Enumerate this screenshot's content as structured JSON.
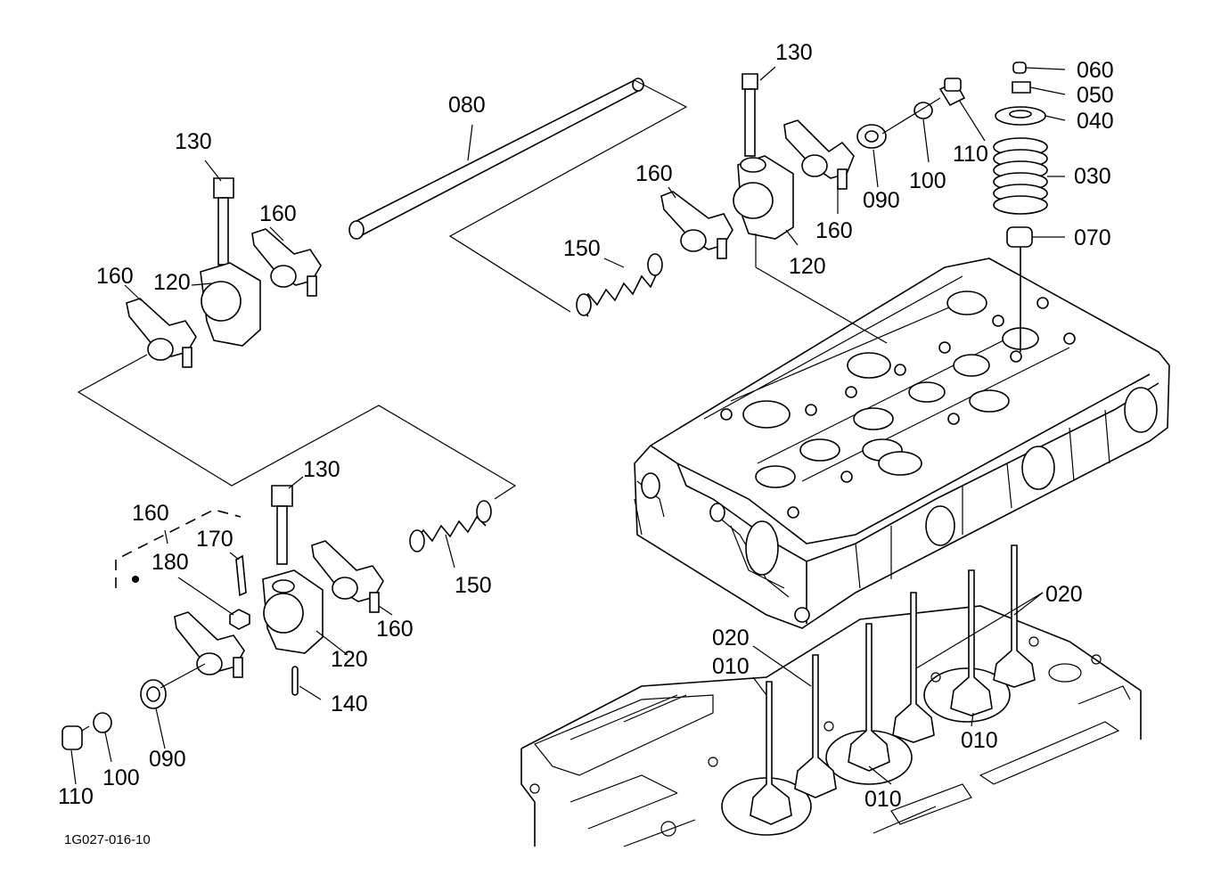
{
  "figure_code": "1G027-016-10",
  "callouts": {
    "c080": "080",
    "c130_a": "130",
    "c160_a": "160",
    "c160_b": "160",
    "c120_a": "120",
    "c130_b": "130",
    "c160_c": "160",
    "c150_a": "150",
    "c120_b": "120",
    "c160_d": "160",
    "c090_a": "090",
    "c100_a": "100",
    "c110_a": "110",
    "c060": "060",
    "c050": "050",
    "c040": "040",
    "c030": "030",
    "c070": "070",
    "c130_c": "130",
    "c160_e": "160",
    "c170": "170",
    "c180": "180",
    "c150_b": "150",
    "c160_f": "160",
    "c120_c": "120",
    "c140": "140",
    "c090_b": "090",
    "c100_b": "100",
    "c110_b": "110",
    "c020_a": "020",
    "c020_b": "020",
    "c010_a": "010",
    "c010_b": "010",
    "c010_c": "010"
  }
}
